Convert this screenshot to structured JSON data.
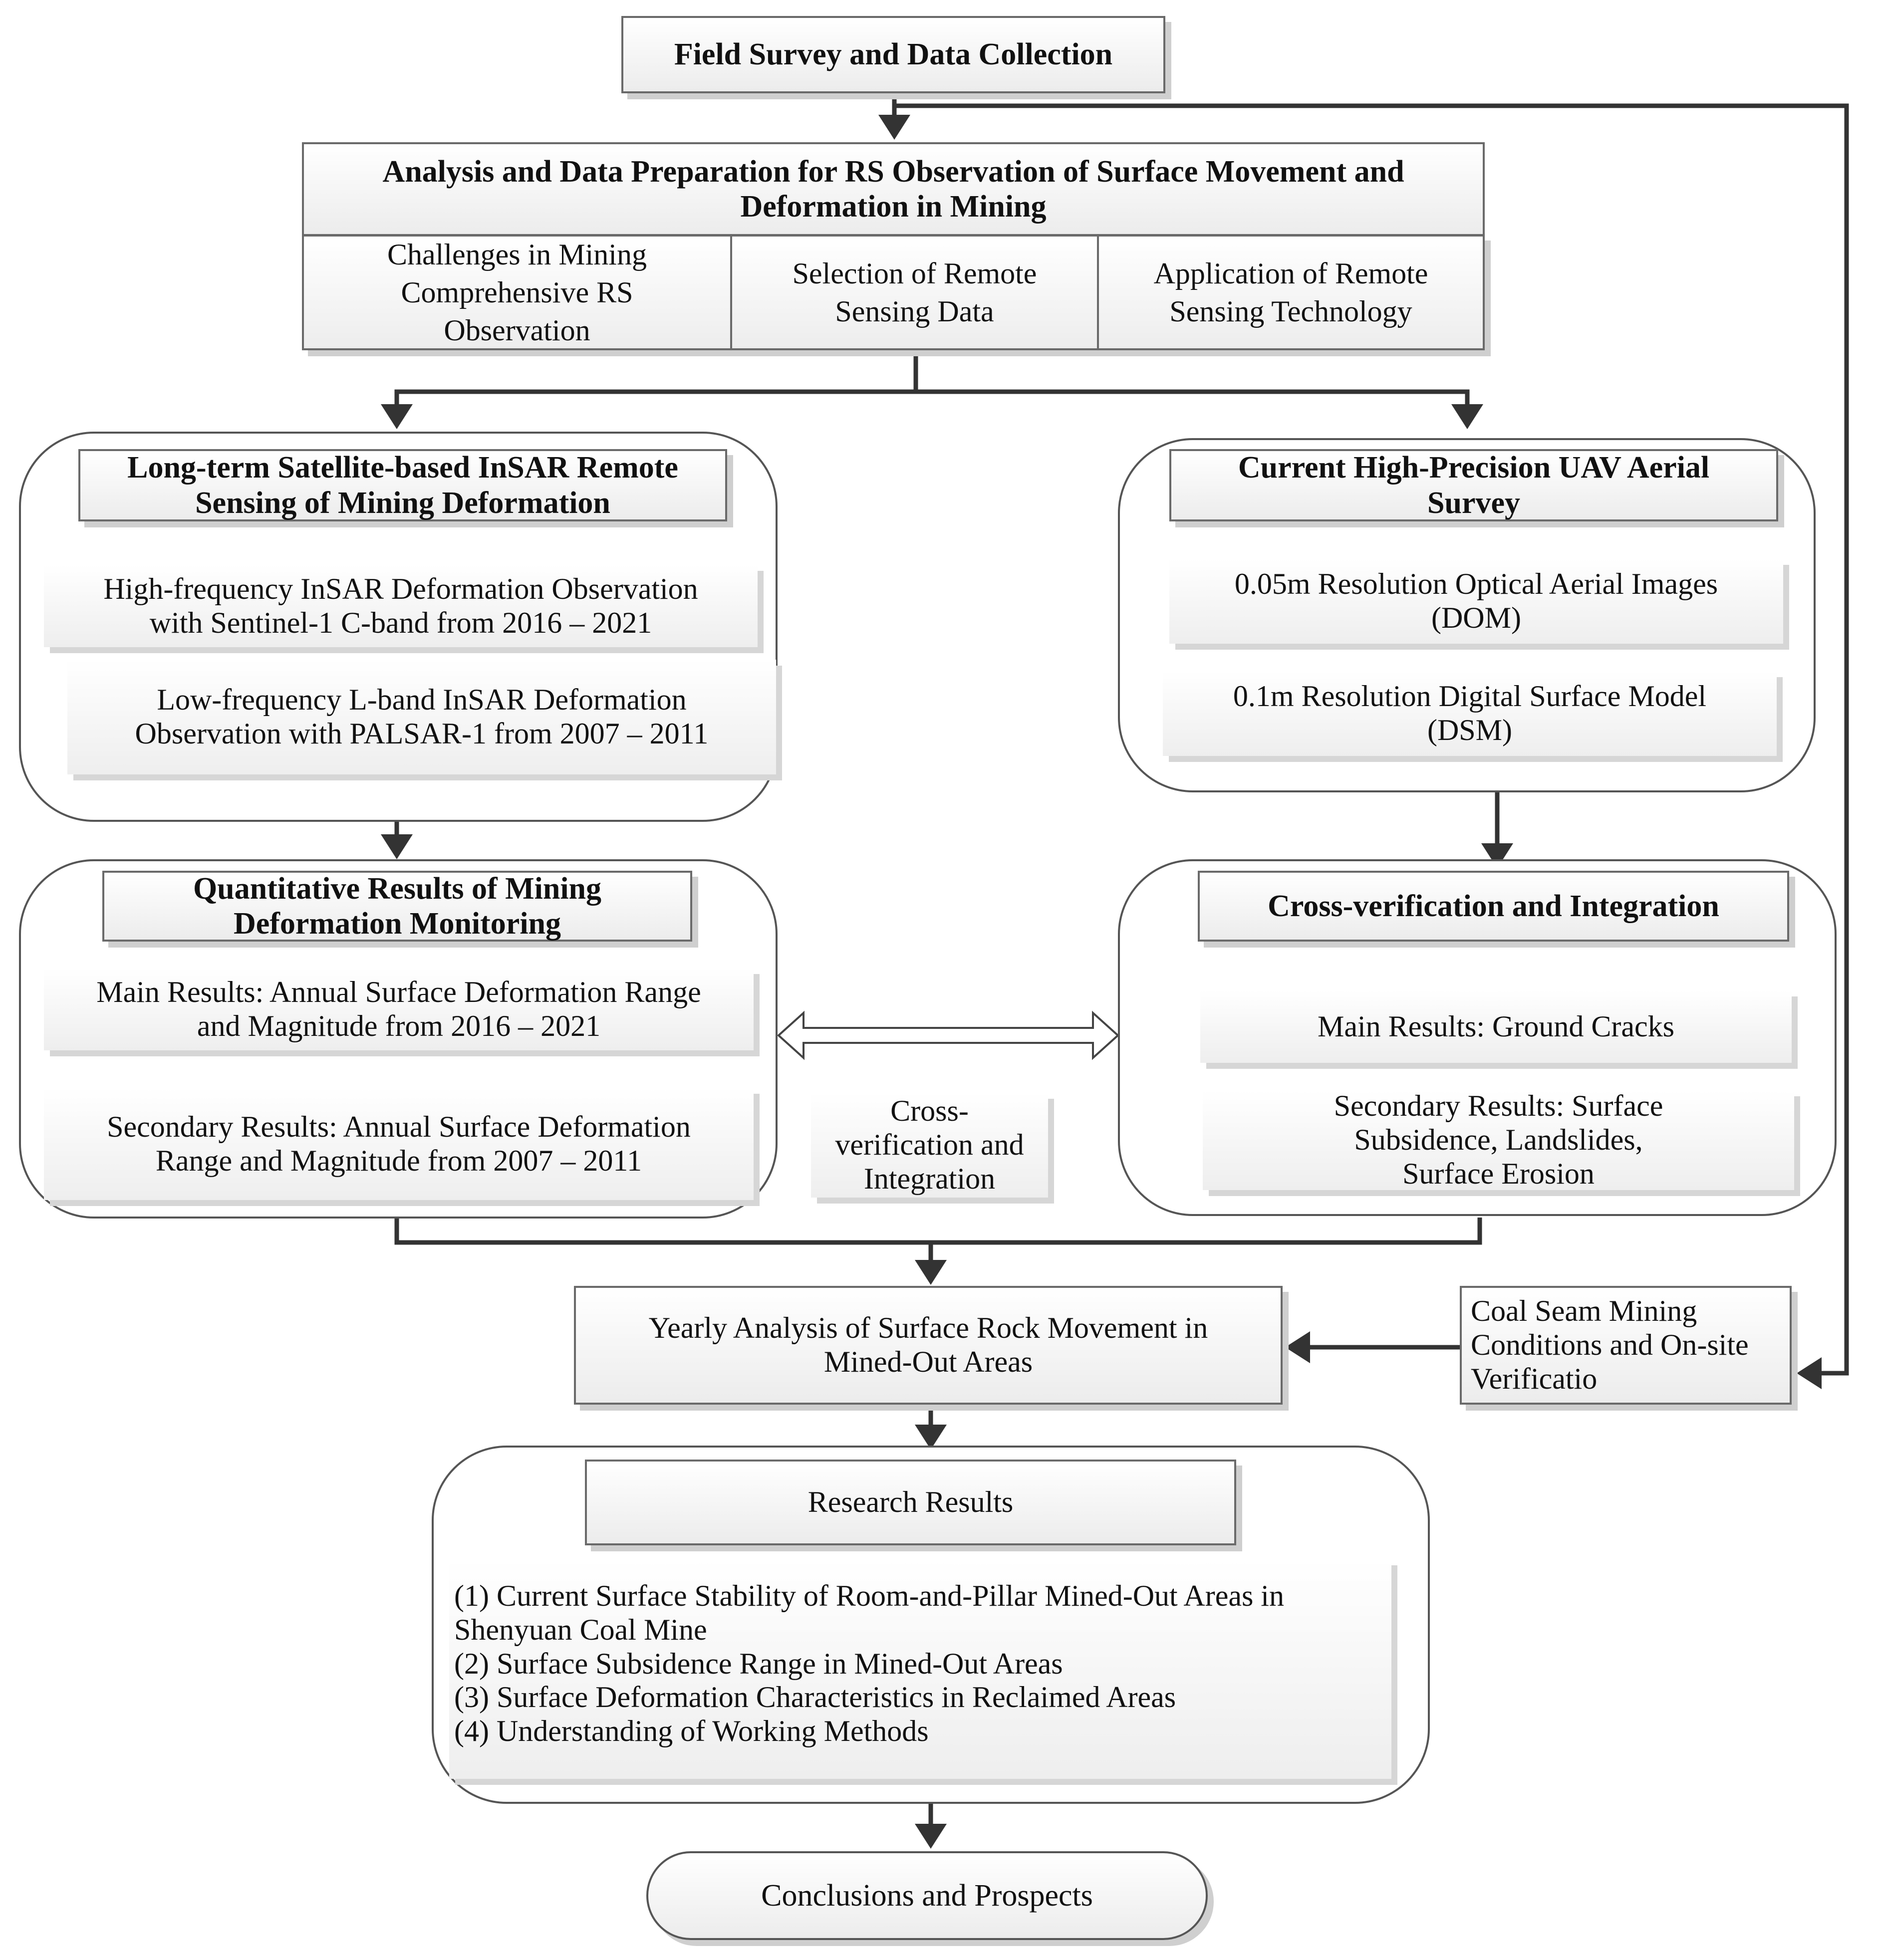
{
  "top": {
    "field_survey": "Field Survey and Data Collection"
  },
  "analysis": {
    "title": "Analysis and Data Preparation for RS Observation of Surface Movement and\nDeformation in Mining",
    "cells": [
      "Challenges in Mining\nComprehensive RS\nObservation",
      "Selection of Remote\nSensing Data",
      "Application of Remote\nSensing Technology"
    ]
  },
  "insar": {
    "title": "Long-term Satellite-based InSAR Remote\nSensing of Mining Deformation",
    "items": [
      "High-frequency InSAR Deformation Observation\nwith Sentinel-1 C-band from 2016 – 2021",
      "Low-frequency L-band InSAR Deformation\nObservation with PALSAR-1 from 2007 – 2011"
    ]
  },
  "uav": {
    "title": "Current High-Precision UAV Aerial\nSurvey",
    "items": [
      "0.05m Resolution Optical Aerial Images\n(DOM)",
      "0.1m Resolution Digital Surface Model\n(DSM)"
    ]
  },
  "quant": {
    "title": "Quantitative Results of Mining\nDeformation Monitoring",
    "items": [
      "Main Results: Annual Surface Deformation Range\nand Magnitude from 2016 – 2021",
      "Secondary Results: Annual Surface Deformation\nRange and Magnitude from 2007 – 2011"
    ]
  },
  "cross": {
    "title": "Cross-verification and Integration",
    "items": [
      "Main Results: Ground Cracks",
      "Secondary Results: Surface\nSubsidence, Landslides,\nSurface Erosion"
    ]
  },
  "middle_label": "Cross-\nverification and\nIntegration",
  "yearly": "Yearly Analysis of Surface Rock Movement in\nMined-Out Areas",
  "coal": "Coal Seam Mining\nConditions and On-site\nVerificatio",
  "research": {
    "title": "Research Results",
    "body": "(1) Current Surface Stability of Room-and-Pillar Mined-Out Areas in\nShenyuan Coal Mine\n(2) Surface Subsidence Range in Mined-Out Areas\n(3) Surface Deformation Characteristics in Reclaimed Areas\n(4) Understanding of Working Methods"
  },
  "conclusions": "Conclusions and Prospects"
}
